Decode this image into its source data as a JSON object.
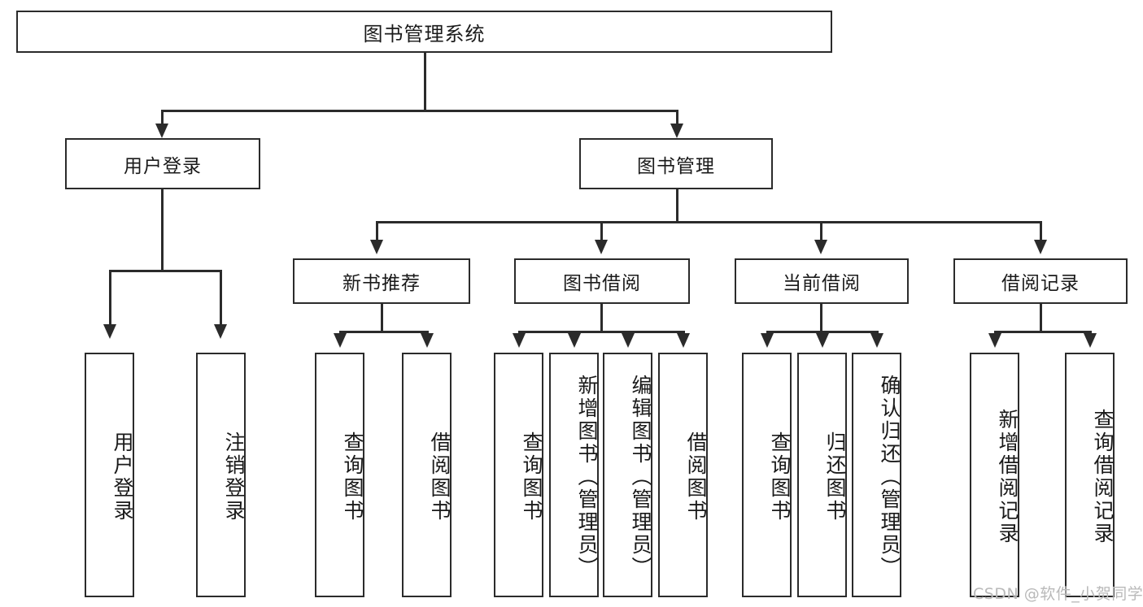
{
  "diagram": {
    "title": "图书管理系统",
    "root": {
      "label": "图书管理系统"
    },
    "level1": [
      {
        "label": "用户登录"
      },
      {
        "label": "图书管理"
      }
    ],
    "level2": [
      {
        "label": "新书推荐"
      },
      {
        "label": "图书借阅"
      },
      {
        "label": "当前借阅"
      },
      {
        "label": "借阅记录"
      }
    ],
    "leaves": {
      "user_login": [
        {
          "label": "用户登录"
        },
        {
          "label": "注销登录"
        }
      ],
      "new_book_recommend": [
        {
          "label": "查询图书"
        },
        {
          "label": "借阅图书"
        }
      ],
      "book_borrow": [
        {
          "label": "查询图书"
        },
        {
          "label": "新增图书（管理员）"
        },
        {
          "label": "编辑图书（管理员）"
        },
        {
          "label": "借阅图书"
        }
      ],
      "current_borrow": [
        {
          "label": "查询图书"
        },
        {
          "label": "归还图书"
        },
        {
          "label": "确认归还（管理员）"
        }
      ],
      "borrow_record": [
        {
          "label": "新增借阅记录"
        },
        {
          "label": "查询借阅记录"
        }
      ]
    }
  },
  "watermark": {
    "text": "CSDN @软件_小贺同学"
  },
  "colors": {
    "stroke": "#2b2b2b",
    "background": "#ffffff",
    "text": "#1a1a1a",
    "watermark": "#b9b9b9"
  }
}
